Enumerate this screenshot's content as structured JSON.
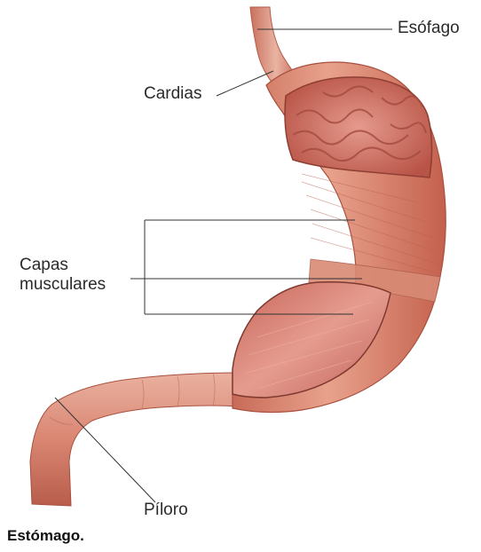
{
  "figure": {
    "labels": {
      "esofago": "Esófago",
      "cardias": "Cardias",
      "capas_line1": "Capas",
      "capas_line2": "musculares",
      "piloro": "Píloro"
    },
    "caption": "Estómago."
  },
  "colors": {
    "muscle_light": "#e7a08a",
    "muscle_mid": "#d97e68",
    "muscle_dark": "#b85a48",
    "mucosa": "#d8867a",
    "leader_line": "#333333"
  }
}
